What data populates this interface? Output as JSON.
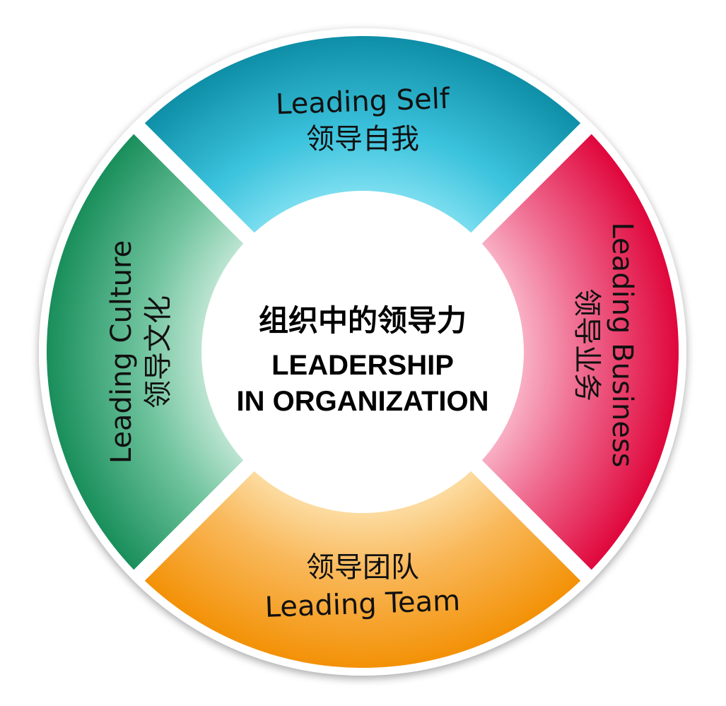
{
  "center": {
    "title_zh": "组织中的领导力",
    "title_en_line1": "LEADERSHIP",
    "title_en_line2": "IN ORGANIZATION"
  },
  "segments": {
    "top": {
      "en": "Leading Self",
      "zh": "领导自我",
      "color": "#19b3cf"
    },
    "right": {
      "en": "Leading Business",
      "zh": "领导业务",
      "color": "#e8154f"
    },
    "bottom": {
      "en": "Leading Team",
      "zh": "领导团队",
      "color": "#f7a11a"
    },
    "left": {
      "en": "Leading Culture",
      "zh": "领导文化",
      "color": "#1f9a66"
    }
  }
}
